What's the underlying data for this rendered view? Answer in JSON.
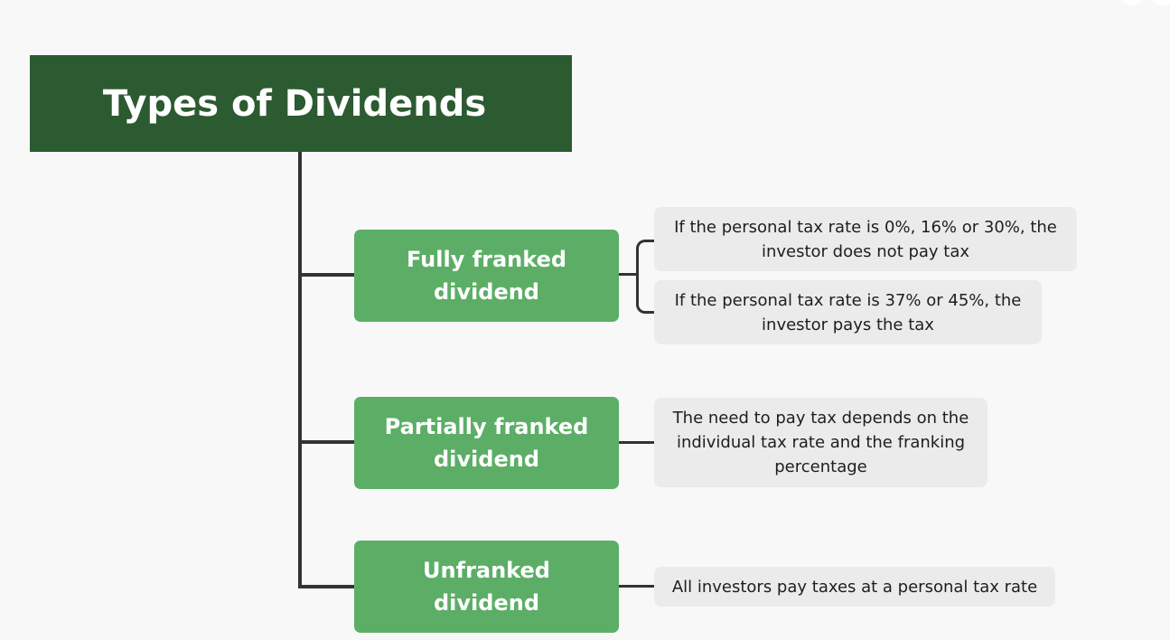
{
  "diagram": {
    "title": "Types of Dividends",
    "colors": {
      "title_bg": "#2c5a31",
      "node_bg": "#5cae66",
      "leaf_bg": "#ebebeb",
      "connector": "#333333",
      "background": "#f8f8f8"
    },
    "branches": [
      {
        "label_line1": "Fully franked",
        "label_line2": "dividend",
        "details": [
          "If the personal tax rate is 0%, 16% or 30%, the investor does not pay tax",
          "If the personal tax rate is 37% or 45%, the investor pays the tax"
        ]
      },
      {
        "label_line1": "Partially franked",
        "label_line2": "dividend",
        "details": [
          "The need to pay tax depends on the individual tax rate and the franking percentage"
        ]
      },
      {
        "label_line1": "Unfranked",
        "label_line2": "dividend",
        "details": [
          "All investors pay taxes at a personal tax rate"
        ]
      }
    ]
  }
}
